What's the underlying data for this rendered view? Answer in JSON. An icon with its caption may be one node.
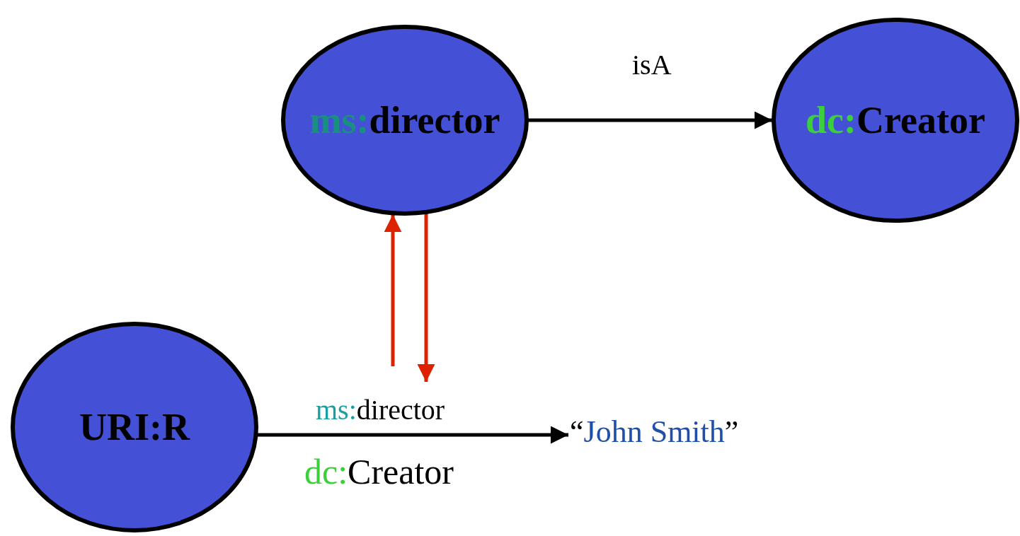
{
  "diagram": {
    "nodes": [
      {
        "text": [
          "ms:director"
        ]
      },
      {
        "text": [
          "dc:Creator"
        ]
      },
      {
        "text": [
          "URI:R"
        ]
      },
      {
        "text": [
          "“John Smith”"
        ]
      }
    ],
    "edges": [
      {
        "from": 0,
        "to": 1,
        "arrow": "to",
        "label": "isA"
      },
      {
        "from": 2,
        "to": 3,
        "arrow": "to",
        "label": "ms:director"
      },
      {
        "from": null,
        "to": 0,
        "arrow": "to",
        "color": "#dd2200"
      },
      {
        "from": 0,
        "to": null,
        "arrow": "to",
        "color": "#dd2200"
      }
    ],
    "labels": [
      "dc:Creator"
    ]
  }
}
